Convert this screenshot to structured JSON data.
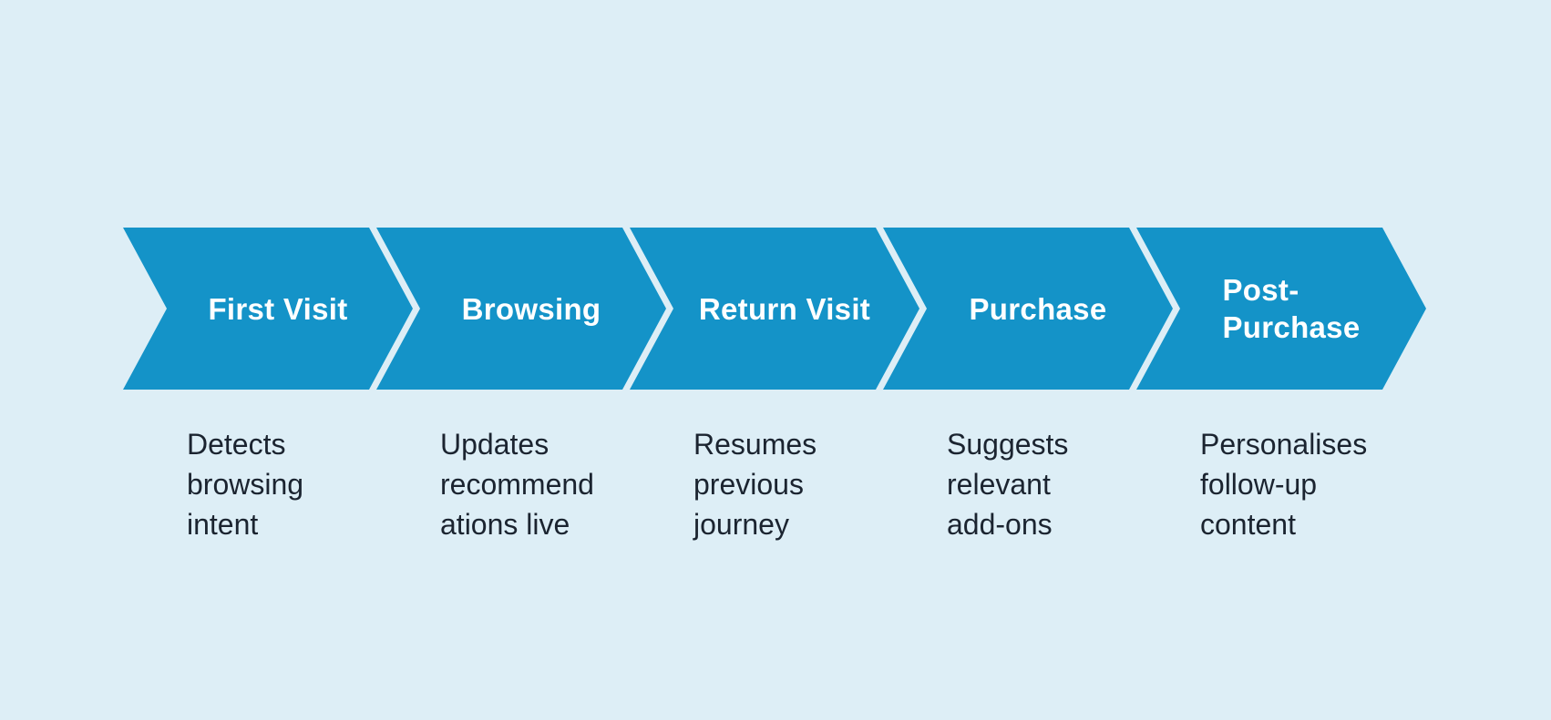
{
  "diagram": {
    "type": "process-flow",
    "direction": "left-to-right"
  },
  "colors": {
    "background": "#ddeef6",
    "arrow": "#1493c8",
    "label": "#ffffff",
    "description": "#1b2430"
  },
  "stages": [
    {
      "id": "first-visit",
      "label": "First Visit",
      "label_lines": [
        "First Visit"
      ],
      "description": "Detects browsing intent",
      "description_lines": [
        "Detects",
        "browsing",
        "intent"
      ]
    },
    {
      "id": "browsing",
      "label": "Browsing",
      "label_lines": [
        "Browsing"
      ],
      "description": "Updates recommendations live",
      "description_lines": [
        "Updates",
        "recommend",
        "ations live"
      ]
    },
    {
      "id": "return-visit",
      "label": "Return Visit",
      "label_lines": [
        "Return Visit"
      ],
      "description": "Resumes previous journey",
      "description_lines": [
        "Resumes",
        "previous",
        "journey"
      ]
    },
    {
      "id": "purchase",
      "label": "Purchase",
      "label_lines": [
        "Purchase"
      ],
      "description": "Suggests relevant add-ons",
      "description_lines": [
        "Suggests",
        "relevant",
        "add-ons"
      ]
    },
    {
      "id": "post-purchase",
      "label": "Post-Purchase",
      "label_lines": [
        "Post-",
        "Purchase"
      ],
      "description": "Personalises follow-up content",
      "description_lines": [
        "Personalises",
        "follow-up",
        "content"
      ]
    }
  ]
}
